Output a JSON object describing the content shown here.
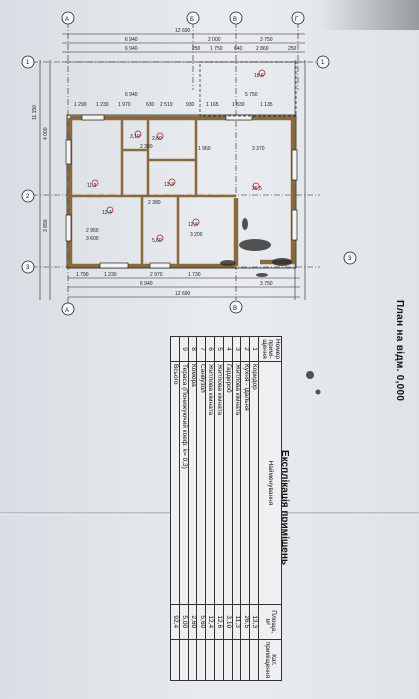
{
  "plan_title": "План на відм. 0,000",
  "axes": {
    "a": "А",
    "b": "Б",
    "v": "В",
    "g": "Г",
    "n1": "1",
    "n2": "2",
    "n3": "3"
  },
  "dims": {
    "top_total": "12 690",
    "top_row1": [
      "6 940",
      "2 000",
      "3 750"
    ],
    "top_row2": [
      "6 940",
      "250",
      "1 750",
      "640",
      "2 860",
      "250"
    ],
    "top_mid": "5 750",
    "left_total": "11 150",
    "left_parts": [
      "4 000",
      "3 850"
    ],
    "inner_row": [
      "1 290",
      "1 230",
      "1 970",
      "630",
      "2 510",
      "930",
      "1 165",
      "1 830",
      "1 135"
    ],
    "bottom_row": [
      "1 790",
      "1 230",
      "2 970",
      "1 730",
      "3 750"
    ],
    "bottom_mid": "6 940",
    "bottom_total": "12 690",
    "room_sizes": [
      "2 950",
      "3 600",
      "2 380",
      "1 960",
      "3 370",
      "3 200",
      "2 380"
    ]
  },
  "room_areas": [
    "13,3",
    "26,5",
    "11,3",
    "3,10",
    "12,6",
    "12,4",
    "5,60",
    "2,60",
    "18,6"
  ],
  "explication": {
    "title": "Експлікація приміщень",
    "headers": {
      "num": "Номер примі- щення",
      "name": "Найменування",
      "area": "Площа, м²",
      "cat": "Кат. приміщення"
    },
    "rows": [
      {
        "num": "1",
        "name": "Коридор",
        "area": "13,3"
      },
      {
        "num": "2",
        "name": "Кухня - їдальня",
        "area": "26,5"
      },
      {
        "num": "3",
        "name": "Житлова кімната",
        "area": "11,3"
      },
      {
        "num": "4",
        "name": "Гардероб",
        "area": "3,10"
      },
      {
        "num": "5",
        "name": "Житлова кімната",
        "area": "12,6"
      },
      {
        "num": "6",
        "name": "Житлова кімната",
        "area": "12,4"
      },
      {
        "num": "7",
        "name": "Санвузол",
        "area": "5,60"
      },
      {
        "num": "8",
        "name": "Комора",
        "area": "2,60"
      },
      {
        "num": "9",
        "name": "Тераса (Понижуючий коеф. k= 0,3)",
        "area": "5,00"
      },
      {
        "num": "",
        "name": "Всього",
        "area": "92,4"
      }
    ]
  }
}
